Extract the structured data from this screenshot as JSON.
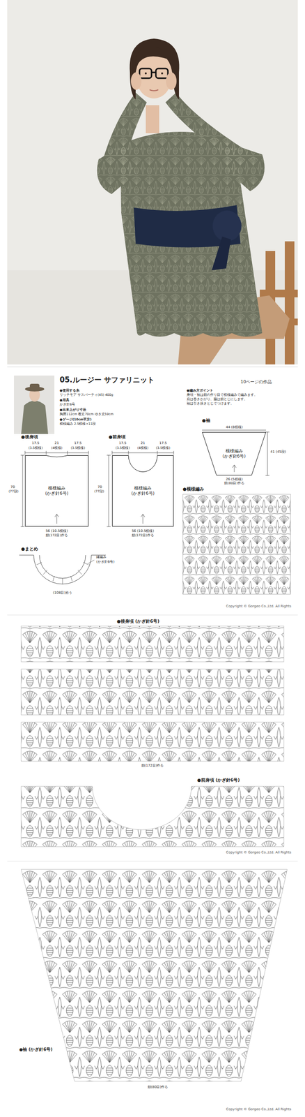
{
  "diagram": {
    "title": "05.ルージー サファリニット",
    "nodes": [
      {
        "text": [
          "模様編み",
          "(かぎ針6号)"
        ]
      },
      {
        "text": [
          "模様編み",
          "(かぎ針6号)"
        ]
      },
      {
        "text": [
          "模様編み",
          "(かぎ針6号)"
        ]
      }
    ],
    "labels": [
      "10ページの作品",
      "●使用する糸",
      "リッチモア サスパーティ(45) 400g",
      "●用具",
      "かぎ針6号",
      "●出来上がり寸法",
      "胸囲112cm 着丈70cm ゆき丈59cm",
      "●ゲージ(10cm平方)",
      "模様編み 2.5模様×11段",
      "●編み方ポイント",
      "身頃・袖は鎖の作り目で模様編みで編みます。",
      "肩は巻きかがり、脇は鎖とじにします。",
      "袖は引き抜きとじでつけます。",
      "●後身頃",
      "●前身頃",
      "●袖",
      "●模様編み",
      "17.5",
      "21",
      "17.5",
      "(3.5模様)",
      "(4模様)",
      "(3.5模様)",
      "70",
      "(77段)",
      "56 (10.5模様)",
      "鎖(172目)作る",
      "17.5",
      "21",
      "17.5",
      "(3.5模様)",
      "(4模様)",
      "(3.5模様)",
      "70",
      "(77段)",
      "56 (10.5模様)",
      "鎖(172目)作る",
      "44 (8模様)",
      "41 (45段)",
      "26 (5模様)",
      "鎖(80目)作る",
      "●まとめ",
      "縁編み",
      "(かぎ針6号)",
      "(108目)拾う",
      "Copyright © Gorgeo Co.,Ltd. All Rights",
      "●後身頃 (かぎ針6号)",
      "鎖(172目)作る",
      "●前身頃 (かぎ針6号)",
      "Copyright © Gorgeo Co.,Ltd. All Rights",
      "鎖(80目)作る",
      "●袖 (かぎ針6号)",
      "Copyright © Gorgeo Co.,Ltd. All Rights"
    ]
  }
}
